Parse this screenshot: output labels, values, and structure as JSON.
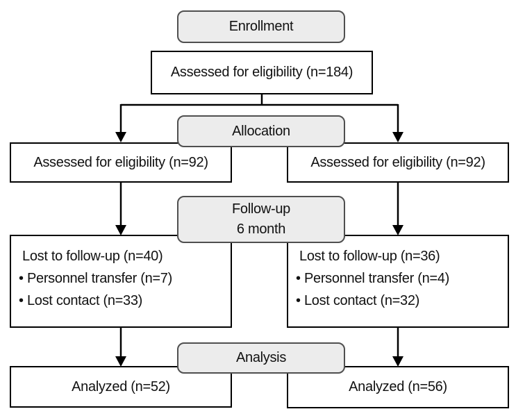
{
  "figure": {
    "type": "consort-flow-diagram",
    "stages": [
      {
        "id": "enrollment",
        "label": "Enrollment"
      },
      {
        "id": "allocation",
        "label": "Allocation"
      },
      {
        "id": "followup",
        "label": "Follow-up",
        "sublabel": "6 month"
      },
      {
        "id": "analysis",
        "label": "Analysis"
      }
    ],
    "boxes": {
      "assessed_total": "Assessed for eligibility (n=184)",
      "assessed_left": "Assessed for eligibility (n=92)",
      "assessed_right": "Assessed for eligibility (n=92)",
      "lost_left_title": "Lost to follow-up (n=40)",
      "lost_left_item1": "• Personnel transfer (n=7)",
      "lost_left_item2": "• Lost contact (n=33)",
      "lost_right_title": "Lost to follow-up (n=36)",
      "lost_right_item1": "• Personnel transfer (n=4)",
      "lost_right_item2": "• Lost contact (n=32)",
      "analyzed_left": "Analyzed (n=52)",
      "analyzed_right": "Analyzed (n=56)"
    },
    "colors": {
      "stage_fill": "#ececec",
      "stage_border": "#4f4f4f",
      "box_fill": "#ffffff",
      "box_border": "#000000",
      "connector": "#000000",
      "text": "#111111",
      "background": "#ffffff"
    }
  }
}
